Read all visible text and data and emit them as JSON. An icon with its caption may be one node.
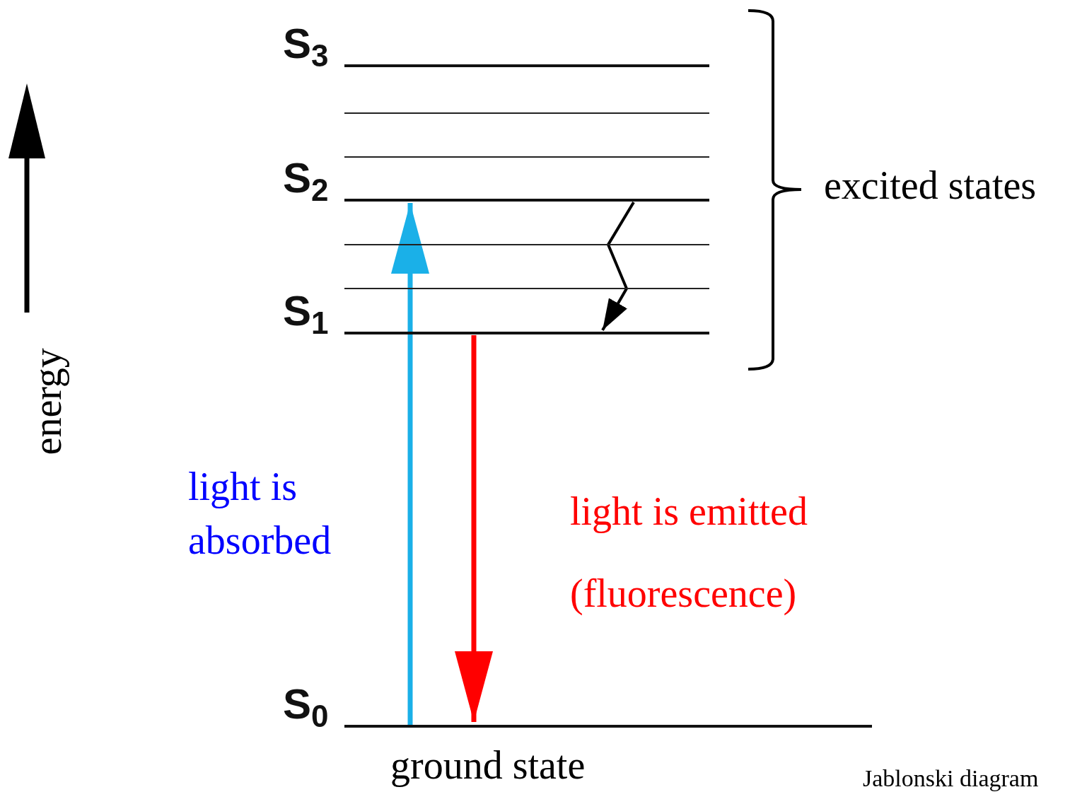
{
  "diagram": {
    "nodes": [
      {
        "text": [
          "S$_{3}$"
        ]
      },
      {
        "text": [],
        "shape": "bar"
      },
      {
        "text": [],
        "shape": "bar"
      },
      {
        "text": [
          "S$_{2}$"
        ]
      },
      {
        "text": [],
        "shape": "bar"
      },
      {
        "text": [],
        "shape": "bar"
      },
      {
        "text": [
          "S$_{1}$"
        ]
      },
      {
        "text": [
          "S$_{0}$"
        ],
        "beside": [
          "ground state"
        ]
      }
    ],
    "edges": [
      {
        "from": 7,
        "to": 3,
        "arrow": "to",
        "label": "light is absorbed",
        "color": "#1ab0e8"
      },
      {
        "from": 3,
        "to": 6,
        "arrow": "to",
        "color": "#000000"
      },
      {
        "from": 6,
        "to": 7,
        "arrow": "to",
        "label": "light is emitted (fluorescence)",
        "color": "#ff0000"
      }
    ],
    "labels": [
      "excited states",
      "energy",
      "Jablonski diagram"
    ]
  }
}
